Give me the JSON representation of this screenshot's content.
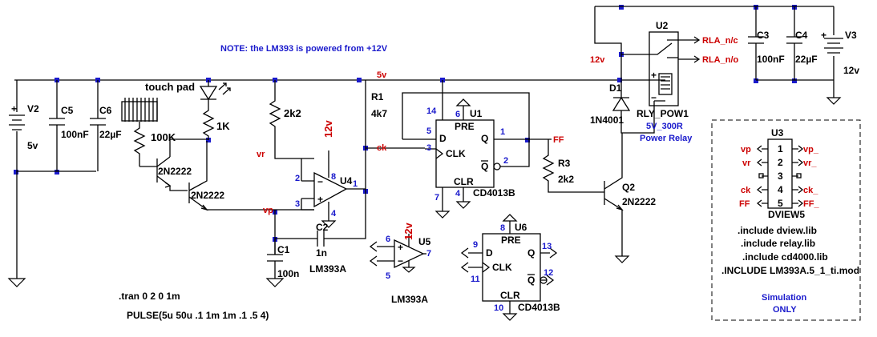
{
  "note": "NOTE: the LM393 is powered from +12V",
  "directives": {
    "tran": ".tran 0 2 0 1m",
    "pulse": "PULSE(5u 50u .1 1m 1m .1 .5 4)",
    "includes": [
      ".include dview.lib",
      ".include relay.lib",
      ".include cd4000.lib",
      ".INCLUDE LM393A.5_1_ti.mod"
    ],
    "simulation": "Simulation",
    "only": "ONLY"
  },
  "nets": {
    "five_v": "5v",
    "twelve_v": "12v",
    "ck": "ck",
    "vr": "vr",
    "vp": "vp",
    "ff": "FF",
    "rla_nc": "RLA_n/c",
    "rla_no": "RLA_n/o"
  },
  "components": {
    "v2": {
      "name": "V2",
      "value": "5v"
    },
    "c5": {
      "name": "C5",
      "value": "100nF"
    },
    "c6": {
      "name": "C6",
      "value": "22µF"
    },
    "touch_pad": "touch pad",
    "r_100k": "100K",
    "r_1k": "1K",
    "r_2k2": "2k2",
    "q_a": "2N2222",
    "q_b": "2N2222",
    "r1": {
      "name": "R1",
      "value": "4k7"
    },
    "u4": {
      "name": "U4",
      "model": "LM393A",
      "pin_plus": "3",
      "pin_minus": "2",
      "pin_out": "1",
      "pin_vcc": "8",
      "pin_gnd": "4"
    },
    "c2": {
      "name": "C2",
      "value": "1n"
    },
    "c1": {
      "name": "C1",
      "value": "100n"
    },
    "u5": {
      "name": "U5",
      "model": "LM393A",
      "pin_a": "6",
      "pin_b": "5",
      "pin_out": "7"
    },
    "u1": {
      "name": "U1",
      "model": "CD4013B",
      "pre": "PRE",
      "clr": "CLR",
      "d": "D",
      "clk": "CLK",
      "q": "Q",
      "qbar": "Q",
      "pin_d": "5",
      "pin_clk": "3",
      "pin_q": "1",
      "pin_qbar": "2",
      "pin_pre": "6",
      "pin_clr": "4",
      "pin_vdd": "14",
      "pin_vss": "7"
    },
    "u6": {
      "name": "U6",
      "model": "CD4013B",
      "pre": "PRE",
      "clr": "CLR",
      "d": "D",
      "clk": "CLK",
      "q": "Q",
      "qbar": "Q",
      "pin_d": "9",
      "pin_clk": "11",
      "pin_q": "13",
      "pin_qbar": "12",
      "pin_pre": "8",
      "pin_clr": "10"
    },
    "r3": {
      "name": "R3",
      "value": "2k2"
    },
    "q2": {
      "name": "Q2",
      "model": "2N2222"
    },
    "d1": {
      "name": "D1",
      "model": "1N4001"
    },
    "u2": {
      "name": "U2",
      "model": "RLY_POW1",
      "value": "5V_300R",
      "desc": "Power Relay"
    },
    "c3": {
      "name": "C3",
      "value": "100nF"
    },
    "c4": {
      "name": "C4",
      "value": "22µF"
    },
    "v3": {
      "name": "V3",
      "value": "12v"
    },
    "u3": {
      "name": "U3",
      "model": "DVIEW5",
      "pins": [
        {
          "num": "1",
          "left": "vp",
          "right": "vp_"
        },
        {
          "num": "2",
          "left": "vr",
          "right": "vr_"
        },
        {
          "num": "3",
          "left": "",
          "right": ""
        },
        {
          "num": "4",
          "left": "ck",
          "right": "ck_"
        },
        {
          "num": "5",
          "left": "FF",
          "right": "FF_"
        }
      ]
    }
  },
  "colors": {
    "wire": "#000000",
    "net_label": "#cc0000",
    "annotation": "#1a1acc"
  }
}
